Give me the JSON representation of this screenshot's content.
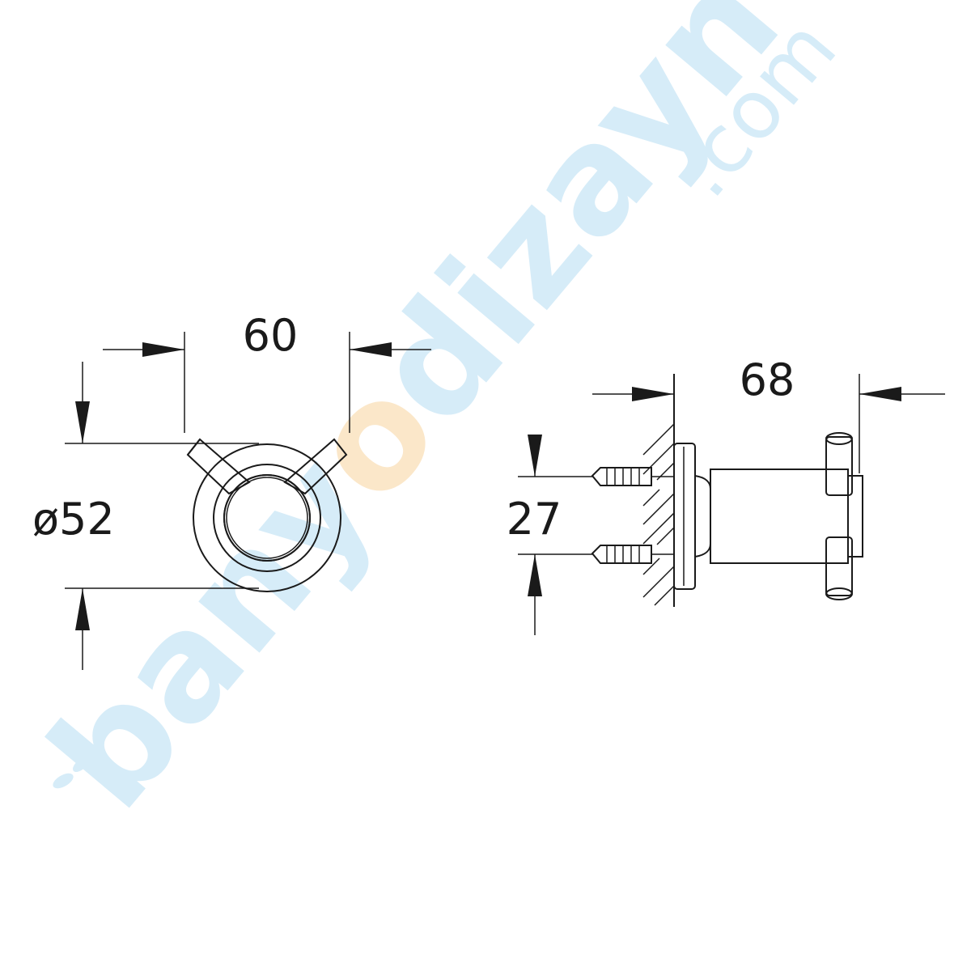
{
  "dimensions": {
    "front_width": "60",
    "front_diameter": "ø52",
    "side_depth": "68",
    "side_spacing": "27"
  },
  "watermark": {
    "brand_blue": "bany",
    "brand_accent": "o",
    "brand_rest": "dizayn",
    "tld": ".com",
    "colors": {
      "blue": "#d6ecf8",
      "accent": "#fbe7c9"
    }
  }
}
